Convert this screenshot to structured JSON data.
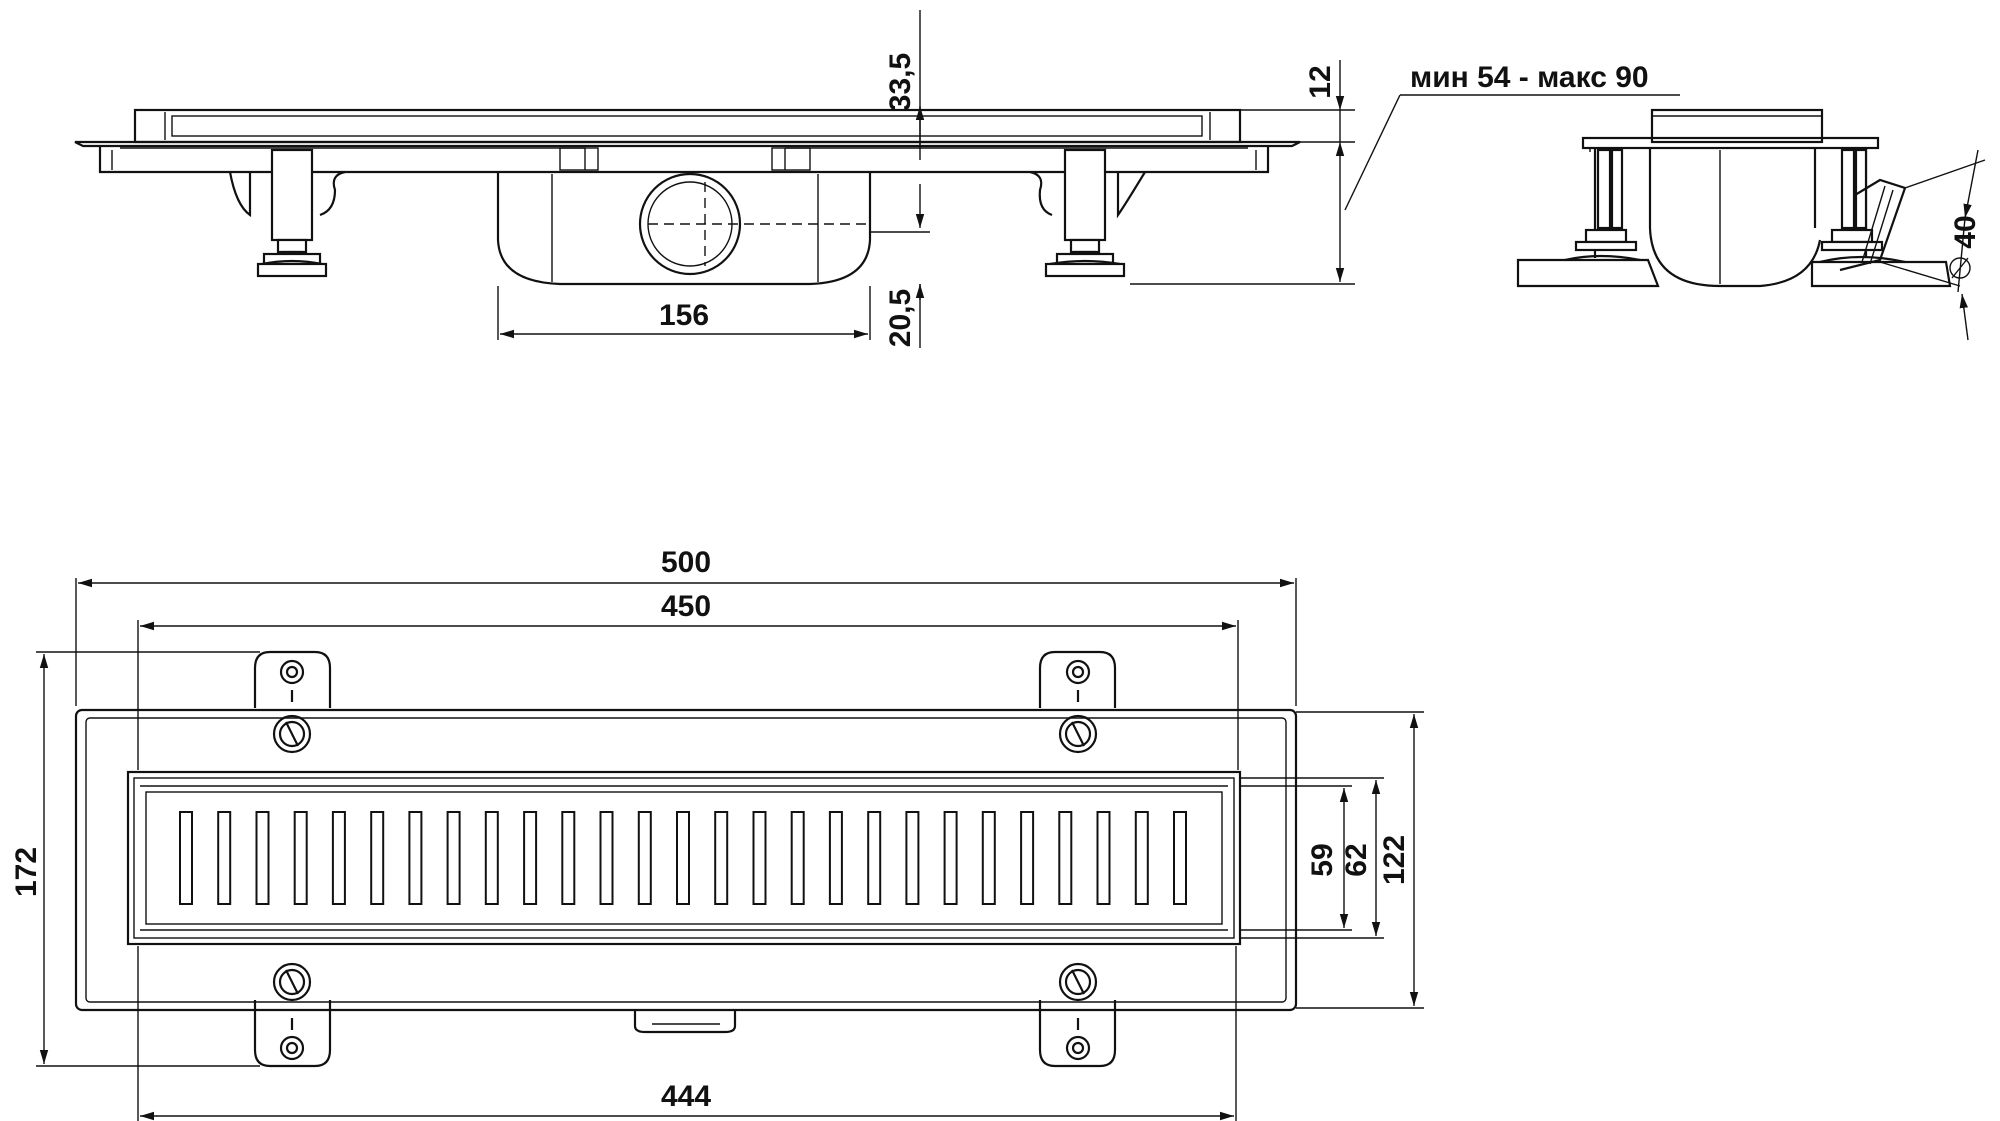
{
  "colors": {
    "line": "#111111",
    "background": "#ffffff"
  },
  "dimensions": {
    "side_height_top": "33,5",
    "side_height_bottom": "20,5",
    "side_width_siphon": "156",
    "frame_height": "12",
    "leg_range": "мин 54 - макс 90",
    "outlet_diameter": "40",
    "overall_length": "500",
    "grate_length": "450",
    "bottom_length": "444",
    "overall_width": "172",
    "inner_width_59": "59",
    "inner_width_62": "62",
    "frame_width_122": "122"
  },
  "grate": {
    "slot_count": 27
  }
}
